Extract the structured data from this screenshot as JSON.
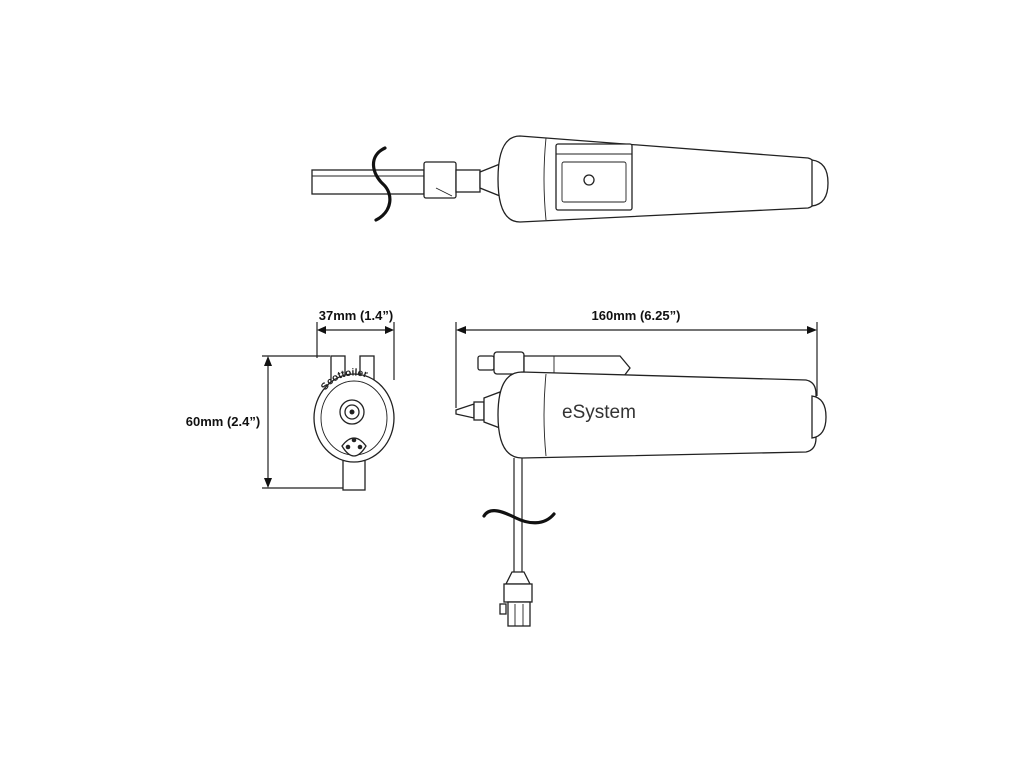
{
  "dimensions": {
    "width_label": "37mm (1.4”)",
    "height_label": "60mm (2.4”)",
    "length_label": "160mm (6.25”)"
  },
  "labels": {
    "brand_text": "eSystem",
    "logo_text": "Scottoiler"
  },
  "icons": [
    "break-wave-icon",
    "connector-icon"
  ]
}
